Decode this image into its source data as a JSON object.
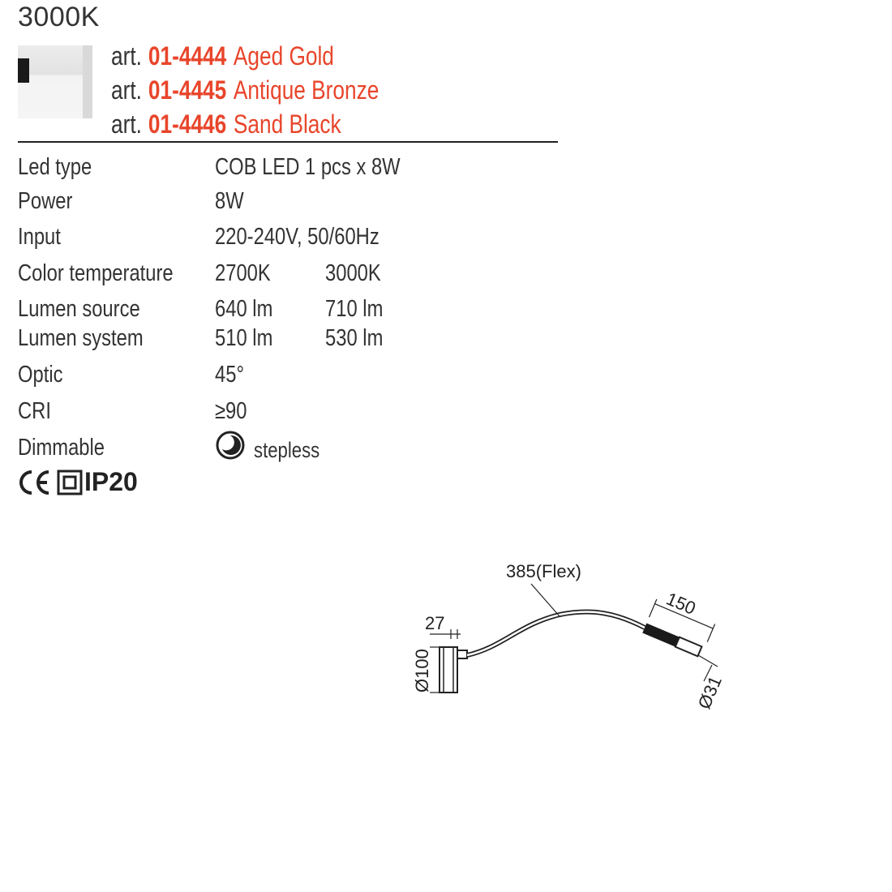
{
  "header": {
    "title": "3000K"
  },
  "articles": [
    {
      "prefix": "art.",
      "code": "01-4444",
      "name": "Aged Gold"
    },
    {
      "prefix": "art.",
      "code": "01-4445",
      "name": "Antique Bronze"
    },
    {
      "prefix": "art.",
      "code": "01-4446",
      "name": "Sand Black"
    }
  ],
  "specs": [
    {
      "label": "Led type",
      "v1": "COB LED 1 pcs x 8W",
      "v2": ""
    },
    {
      "label": "Power",
      "v1": "8W",
      "v2": ""
    },
    {
      "label": "Input",
      "v1": "220-240V, 50/60Hz",
      "v2": ""
    },
    {
      "label": "Color temperature",
      "v1": "2700K",
      "v2": "3000K"
    },
    {
      "label": "Lumen source",
      "v1": "640 lm",
      "v2": "710 lm"
    },
    {
      "label": "Lumen system",
      "v1": "510 lm",
      "v2": "530 lm"
    },
    {
      "label": "Optic",
      "v1": "45°",
      "v2": ""
    },
    {
      "label": "CRI",
      "v1": "≥90",
      "v2": ""
    },
    {
      "label": "Dimmable",
      "v1": "stepless",
      "v2": ""
    }
  ],
  "certifications": {
    "ce": "CE",
    "ip": "IP20"
  },
  "drawing": {
    "flex_label": "385(Flex)",
    "depth_label": "27",
    "diameter_base_label": "Ø100",
    "head_length_label": "150",
    "head_diameter_label": "Ø31"
  },
  "colors": {
    "accent": "#e8452b",
    "text": "#333333"
  }
}
